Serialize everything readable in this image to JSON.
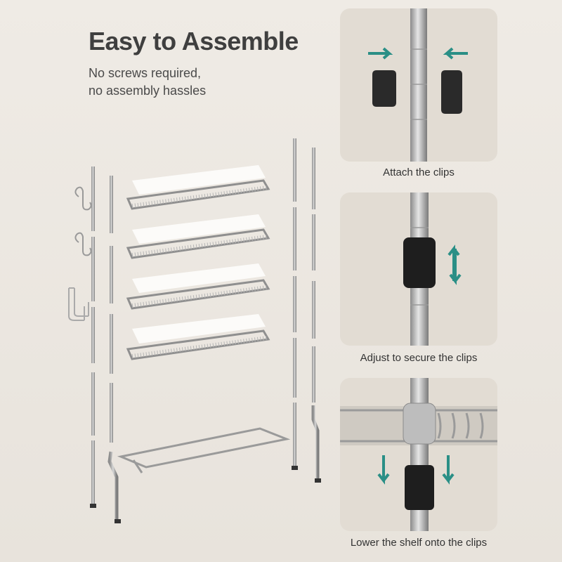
{
  "header": {
    "title": "Easy to Assemble",
    "subtitle_lines": [
      "No screws required,",
      "no assembly hassles"
    ]
  },
  "steps": [
    {
      "caption": "Attach the clips",
      "icon": "clip-attach-icon"
    },
    {
      "caption": "Adjust to secure the clips",
      "icon": "clip-adjust-icon"
    },
    {
      "caption": "Lower the shelf onto the clips",
      "icon": "shelf-lower-icon"
    }
  ],
  "colors": {
    "background": "#ebe6df",
    "panel": "#e2dcd3",
    "arrow": "#2a8f86",
    "clip": "#1e1e1e",
    "text": "#3f3f3f"
  }
}
